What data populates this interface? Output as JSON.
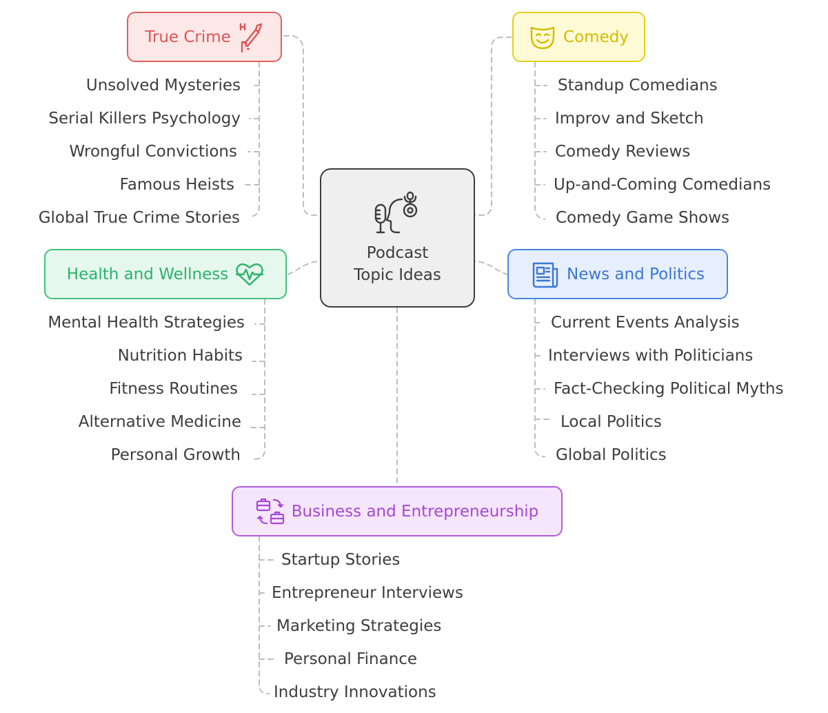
{
  "center": {
    "lines": [
      "Podcast",
      "Topic Ideas"
    ],
    "icon": "podcaster-microphone-icon"
  },
  "colors": {
    "true_crime": {
      "border": "#e06060",
      "fill": "#fde8e8",
      "text": "#dd5555"
    },
    "comedy": {
      "border": "#e6cf1c",
      "fill": "#fefbd6",
      "text": "#d6b900"
    },
    "health": {
      "border": "#3fc27a",
      "fill": "#e6f8ee",
      "text": "#2bb36a"
    },
    "news": {
      "border": "#4a85e0",
      "fill": "#e7effd",
      "text": "#3b76d6"
    },
    "business": {
      "border": "#b35ce0",
      "fill": "#f6e6fc",
      "text": "#a648d6"
    },
    "center": {
      "border": "#3d3d3d",
      "fill": "#efefef"
    },
    "connector": "#bdbdbd"
  },
  "branches": {
    "true_crime": {
      "label": "True Crime",
      "icon": "knife-icon",
      "items": [
        "Unsolved Mysteries",
        "Serial Killers Psychology",
        "Wrongful Convictions",
        "Famous Heists",
        "Global True Crime Stories"
      ]
    },
    "comedy": {
      "label": "Comedy",
      "icon": "comedy-mask-icon",
      "items": [
        "Standup Comedians",
        "Improv and Sketch",
        "Comedy Reviews",
        "Up-and-Coming Comedians",
        "Comedy Game Shows"
      ]
    },
    "health": {
      "label": "Health and Wellness",
      "icon": "heartbeat-icon",
      "items": [
        "Mental Health Strategies",
        "Nutrition Habits",
        "Fitness Routines",
        "Alternative Medicine",
        "Personal Growth"
      ]
    },
    "news": {
      "label": "News and Politics",
      "icon": "newspaper-icon",
      "items": [
        "Current Events Analysis",
        "Interviews with Politicians",
        "Fact-Checking Political Myths",
        "Local Politics",
        "Global Politics"
      ]
    },
    "business": {
      "label": "Business and Entrepreneurship",
      "icon": "briefcase-exchange-icon",
      "items": [
        "Startup Stories",
        "Entrepreneur Interviews",
        "Marketing Strategies",
        "Personal Finance",
        "Industry Innovations"
      ]
    }
  }
}
